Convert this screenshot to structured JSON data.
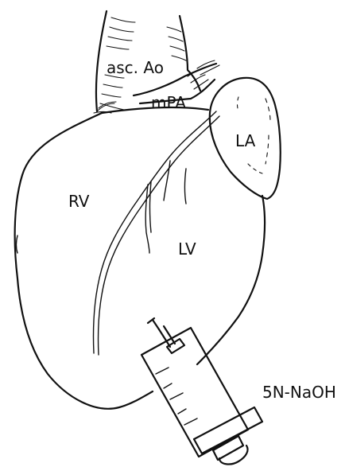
{
  "labels": {
    "ascending_aorta": "asc. Ao",
    "main_pulmonary_artery": "mPA",
    "left_atrium": "LA",
    "right_ventricle": "RV",
    "left_ventricle": "LV",
    "injection": "5N-NaOH"
  },
  "colors": {
    "ink": "#111111",
    "background": "#ffffff"
  }
}
